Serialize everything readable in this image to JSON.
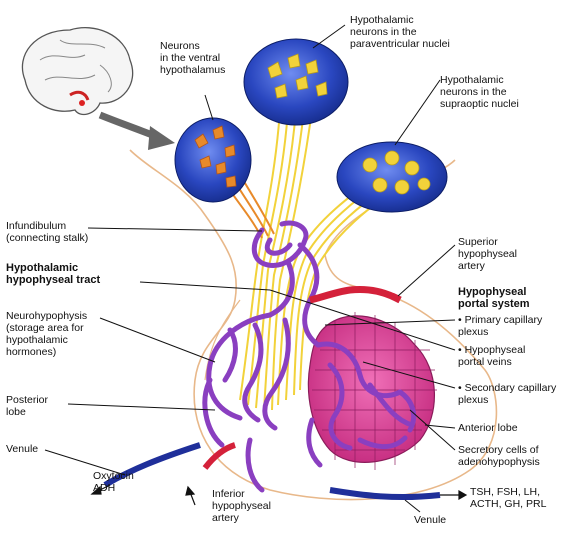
{
  "labels": {
    "ventral_neurons": "Neurons\nin the ventral\nhypothalamus",
    "paraventricular": "Hypothalamic\nneurons in the\nparaventricular nuclei",
    "supraoptic": "Hypothalamic\nneurons in the\nsupraoptic nuclei",
    "infundibulum": "Infundibulum\n(connecting stalk)",
    "tract": "Hypothalamic\nhypophyseal tract",
    "neurohypophysis": "Neurohypophysis\n(storage area for\nhypothalamic\nhormones)",
    "posterior_lobe": "Posterior\nlobe",
    "venule_left": "Venule",
    "oxytocin_adh": "Oxytocin\nADH",
    "inferior_artery": "Inferior\nhypophyseal\nartery",
    "venule_bottom": "Venule",
    "superior_artery": "Superior\nhypophyseal\nartery",
    "portal_system": "Hypophyseal\nportal system",
    "primary_plexus": "• Primary capillary\n  plexus",
    "portal_veins": "• Hypophyseal\n  portal veins",
    "secondary_plexus": "• Secondary capillary\n  plexus",
    "anterior_lobe": "Anterior lobe",
    "secretory_cells": "Secretory cells of\nadenohypophysis",
    "anterior_hormones": "TSH, FSH, LH,\nACTH, GH, PRL"
  },
  "colors": {
    "blue_disc": "#1f3fb0",
    "neuron_yellow": "#f2d23a",
    "neuron_orange": "#e88a2a",
    "vessel_purple": "#8a3fc0",
    "anterior_pink": "#d8408f",
    "artery_red": "#d4213a",
    "vein_blue": "#1f2f9a",
    "outline_tan": "#e8b88a"
  }
}
